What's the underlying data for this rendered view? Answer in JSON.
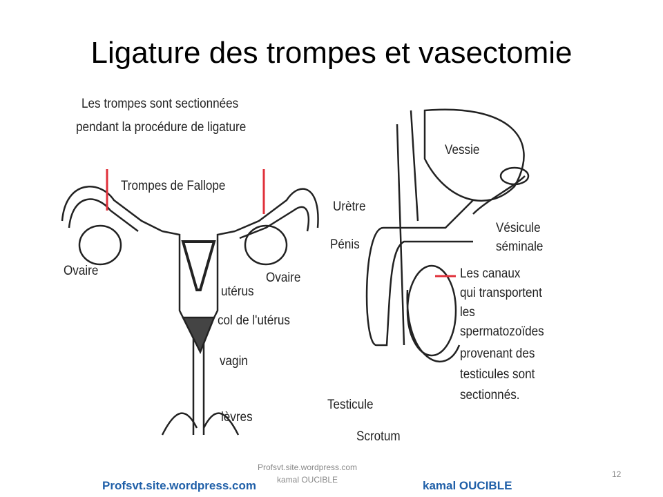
{
  "title": "Ligature des trompes et vasectomie",
  "female": {
    "caption_line1": "Les trompes sont sectionnées",
    "caption_line2": "pendant la procédure de ligature",
    "trompes": "Trompes de Fallope",
    "ovaire_left": "Ovaire",
    "ovaire_right": "Ovaire",
    "uterus": "utérus",
    "col": "col de l'utérus",
    "vagin": "vagin",
    "levres": "lèvres"
  },
  "male": {
    "vessie": "Vessie",
    "uretre": "Urètre",
    "penis": "Pénis",
    "vesicule_line1": "Vésicule",
    "vesicule_line2": "séminale",
    "canaux_lines": [
      "Les canaux",
      "qui transportent",
      "les",
      "spermatozoïdes",
      "provenant des",
      "testicules sont",
      "sectionnés."
    ],
    "testicule": "Testicule",
    "scrotum": "Scrotum"
  },
  "footer": {
    "small_line1": "Profsvt.site.wordpress.com",
    "small_line2": "kamal OUCIBLE",
    "site": "Profsvt.site.wordpress.com",
    "author": "kamal OUCIBLE",
    "page": "12"
  },
  "colors": {
    "cut_mark": "#e0303a",
    "footer_blue": "#1f5fa8"
  }
}
